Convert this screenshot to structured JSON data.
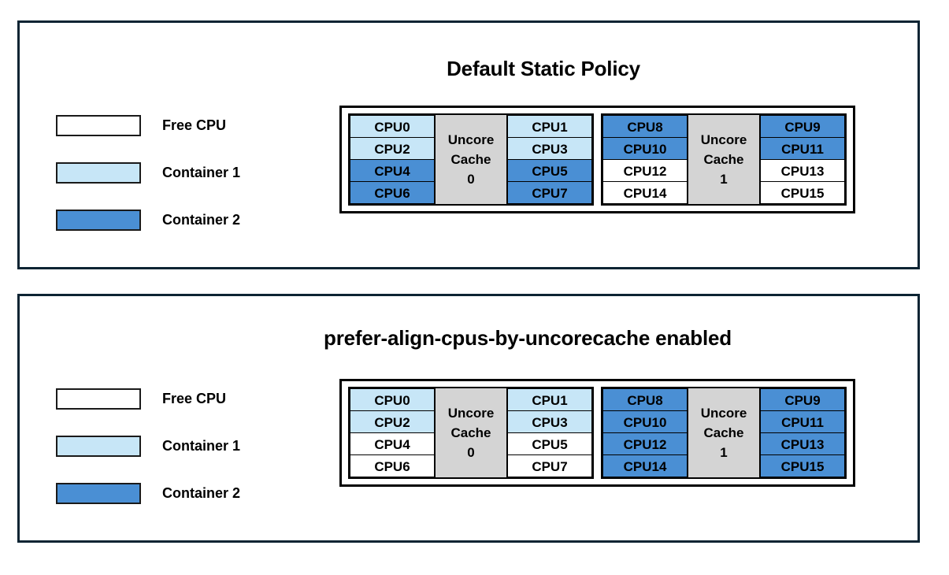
{
  "colors": {
    "free_cpu": "#ffffff",
    "container1": "#c7e6f7",
    "container2": "#4a8fd4",
    "uncore_cache": "#d4d4d4",
    "panel_border": "#0d2433",
    "cell_border": "#000000",
    "text": "#000000"
  },
  "panels": [
    {
      "id": "default-static-policy",
      "title": "Default Static Policy",
      "legend": [
        {
          "label": "Free CPU",
          "swatch": "free_cpu"
        },
        {
          "label": "Container 1",
          "swatch": "container1"
        },
        {
          "label": "Container 2",
          "swatch": "container2"
        }
      ],
      "cache_groups": [
        {
          "uncore_label_line1": "Uncore",
          "uncore_label_line2": "Cache",
          "uncore_label_line3": "0",
          "left_column": [
            {
              "label": "CPU0",
              "state": "container1"
            },
            {
              "label": "CPU2",
              "state": "container1"
            },
            {
              "label": "CPU4",
              "state": "container2"
            },
            {
              "label": "CPU6",
              "state": "container2"
            }
          ],
          "right_column": [
            {
              "label": "CPU1",
              "state": "container1"
            },
            {
              "label": "CPU3",
              "state": "container1"
            },
            {
              "label": "CPU5",
              "state": "container2"
            },
            {
              "label": "CPU7",
              "state": "container2"
            }
          ]
        },
        {
          "uncore_label_line1": "Uncore",
          "uncore_label_line2": "Cache",
          "uncore_label_line3": "1",
          "left_column": [
            {
              "label": "CPU8",
              "state": "container2"
            },
            {
              "label": "CPU10",
              "state": "container2"
            },
            {
              "label": "CPU12",
              "state": "free_cpu"
            },
            {
              "label": "CPU14",
              "state": "free_cpu"
            }
          ],
          "right_column": [
            {
              "label": "CPU9",
              "state": "container2"
            },
            {
              "label": "CPU11",
              "state": "container2"
            },
            {
              "label": "CPU13",
              "state": "free_cpu"
            },
            {
              "label": "CPU15",
              "state": "free_cpu"
            }
          ]
        }
      ]
    },
    {
      "id": "prefer-align-cpus-by-uncorecache-enabled",
      "title": "prefer-align-cpus-by-uncorecache enabled",
      "legend": [
        {
          "label": "Free CPU",
          "swatch": "free_cpu"
        },
        {
          "label": "Container 1",
          "swatch": "container1"
        },
        {
          "label": "Container 2",
          "swatch": "container2"
        }
      ],
      "cache_groups": [
        {
          "uncore_label_line1": "Uncore",
          "uncore_label_line2": "Cache",
          "uncore_label_line3": "0",
          "left_column": [
            {
              "label": "CPU0",
              "state": "container1"
            },
            {
              "label": "CPU2",
              "state": "container1"
            },
            {
              "label": "CPU4",
              "state": "free_cpu"
            },
            {
              "label": "CPU6",
              "state": "free_cpu"
            }
          ],
          "right_column": [
            {
              "label": "CPU1",
              "state": "container1"
            },
            {
              "label": "CPU3",
              "state": "container1"
            },
            {
              "label": "CPU5",
              "state": "free_cpu"
            },
            {
              "label": "CPU7",
              "state": "free_cpu"
            }
          ]
        },
        {
          "uncore_label_line1": "Uncore",
          "uncore_label_line2": "Cache",
          "uncore_label_line3": "1",
          "left_column": [
            {
              "label": "CPU8",
              "state": "container2"
            },
            {
              "label": "CPU10",
              "state": "container2"
            },
            {
              "label": "CPU12",
              "state": "container2"
            },
            {
              "label": "CPU14",
              "state": "container2"
            }
          ],
          "right_column": [
            {
              "label": "CPU9",
              "state": "container2"
            },
            {
              "label": "CPU11",
              "state": "container2"
            },
            {
              "label": "CPU13",
              "state": "container2"
            },
            {
              "label": "CPU15",
              "state": "container2"
            }
          ]
        }
      ]
    }
  ]
}
